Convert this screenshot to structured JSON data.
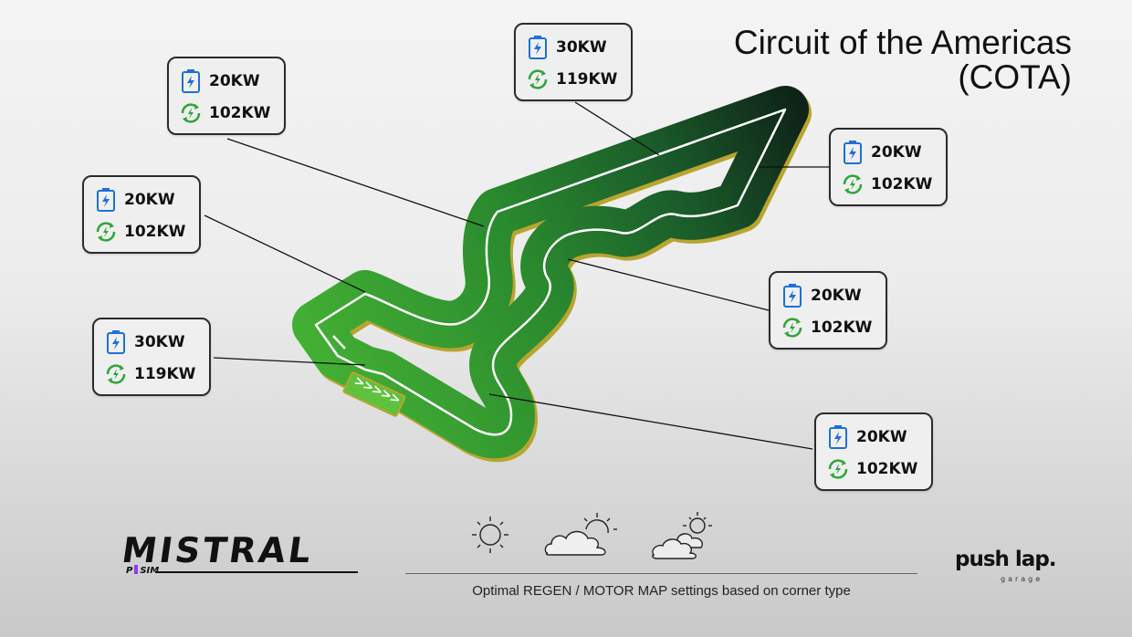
{
  "title": {
    "line1": "Circuit of the Americas",
    "line2": "(COTA)"
  },
  "colors": {
    "track_light": "#3fae2f",
    "track_dark": "#0f2a18",
    "battery_blue": "#1e6fd9",
    "regen_green": "#2fa53a"
  },
  "icons": {
    "battery": "battery-bolt-icon",
    "regen": "regen-cycle-icon"
  },
  "callouts": [
    {
      "motor": "20KW",
      "regen": "102KW"
    },
    {
      "motor": "30KW",
      "regen": "119KW"
    },
    {
      "motor": "20KW",
      "regen": "102KW"
    },
    {
      "motor": "20KW",
      "regen": "102KW"
    },
    {
      "motor": "20KW",
      "regen": "102KW"
    },
    {
      "motor": "30KW",
      "regen": "119KW"
    },
    {
      "motor": "20KW",
      "regen": "102KW"
    }
  ],
  "start_marker": ">>>>>",
  "caption": "Optimal REGEN / MOTOR MAP settings based on corner type",
  "weather": [
    "sunny-icon",
    "partly-cloudy-icon",
    "cloudy-icon"
  ],
  "brand_left": {
    "name": "MISTRAL",
    "sub_a": "P",
    "sub_b": "SIM"
  },
  "brand_right": {
    "name": "push lap.",
    "sub": "garage"
  }
}
